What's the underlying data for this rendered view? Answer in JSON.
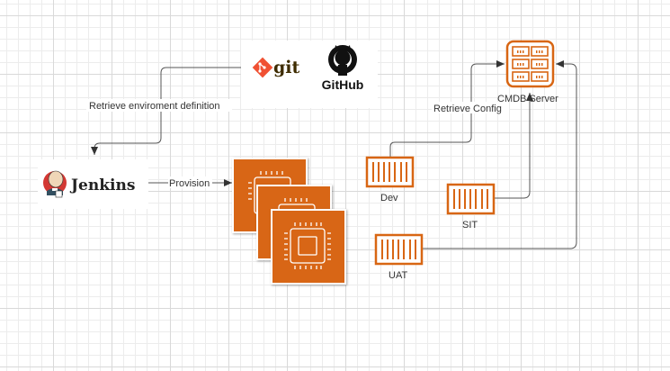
{
  "diagram": {
    "colors": {
      "aws_orange": "#D86613",
      "edge": "#555555",
      "git_orange": "#F05133",
      "git_text": "#3E2C00"
    },
    "nodes": {
      "git": {
        "label": "git",
        "icon": "git-logo-icon"
      },
      "github": {
        "label": "GitHub",
        "icon": "github-octocat-icon"
      },
      "jenkins": {
        "label": "Jenkins",
        "icon": "jenkins-butler-icon"
      },
      "ec2_instances": {
        "icon": "ec2-instance-icon",
        "count": 3
      },
      "cmdb": {
        "label": "CMDB Server",
        "icon": "server-rack-icon"
      },
      "dev": {
        "label": "Dev",
        "icon": "container-icon"
      },
      "sit": {
        "label": "SIT",
        "icon": "container-icon"
      },
      "uat": {
        "label": "UAT",
        "icon": "container-icon"
      }
    },
    "edges": {
      "retrieve_env": {
        "label": "Retrieve enviroment definition",
        "from": "git",
        "to": "jenkins"
      },
      "provision": {
        "label": "Provision",
        "from": "jenkins",
        "to": "ec2_instances"
      },
      "retrieve_config": {
        "label": "Retrieve Config",
        "from": "dev",
        "to": "cmdb"
      },
      "sit_to_cmdb": {
        "label": "",
        "from": "sit",
        "to": "cmdb"
      },
      "uat_to_cmdb": {
        "label": "",
        "from": "uat",
        "to": "cmdb"
      }
    }
  }
}
